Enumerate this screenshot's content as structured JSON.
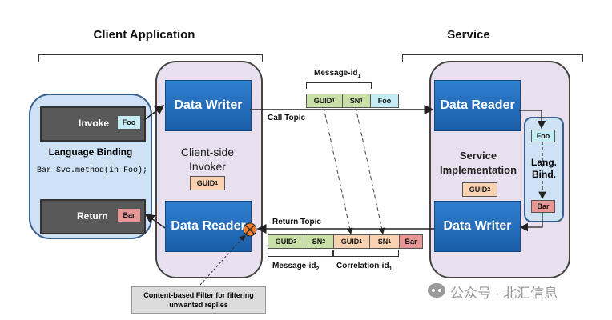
{
  "client": {
    "title": "Client Application",
    "data_writer": "Data Writer",
    "data_reader": "Data Reader",
    "invoker_label": "Client-side Invoker",
    "guid": "GUID",
    "guid_sub": "1"
  },
  "service": {
    "title": "Service",
    "data_reader": "Data Reader",
    "data_writer": "Data Writer",
    "impl_label": "Service Implementation",
    "guid": "GUID",
    "guid_sub": "2",
    "lang_bind": "Lang. Bind.",
    "foo": "Foo",
    "bar": "Bar"
  },
  "binding": {
    "invoke": "Invoke",
    "foo": "Foo",
    "title": "Language Binding",
    "code": "Bar Svc.method(in Foo);",
    "return": "Return",
    "bar": "Bar"
  },
  "call": {
    "topic": "Call Topic",
    "message_id": "Message-id",
    "message_id_sub": "1",
    "guid": "GUID",
    "guid_sub": "1",
    "sn": "SN",
    "sn_sub": "1",
    "payload": "Foo"
  },
  "ret": {
    "topic": "Return Topic",
    "guid2": "GUID",
    "guid2_sub": "2",
    "sn2": "SN",
    "sn2_sub": "2",
    "guid1": "GUID",
    "guid1_sub": "1",
    "sn1": "SN",
    "sn1_sub": "1",
    "payload": "Bar",
    "message_id": "Message-id",
    "message_id_sub": "2",
    "correlation_id": "Correlation-id",
    "correlation_id_sub": "1"
  },
  "filter_note": "Content-based Filter for filtering unwanted replies",
  "watermark": "公众号 · 北汇信息",
  "colors": {
    "panel_purple": "#e8e0ee",
    "binding_blue": "#cfe2f5",
    "guid_green": "#c9dfa8",
    "sn_orange": "#f9d2b1",
    "foo_cyan": "#c5ecf3",
    "bar_red": "#e89595",
    "filter_icon": "#f07b2a"
  }
}
